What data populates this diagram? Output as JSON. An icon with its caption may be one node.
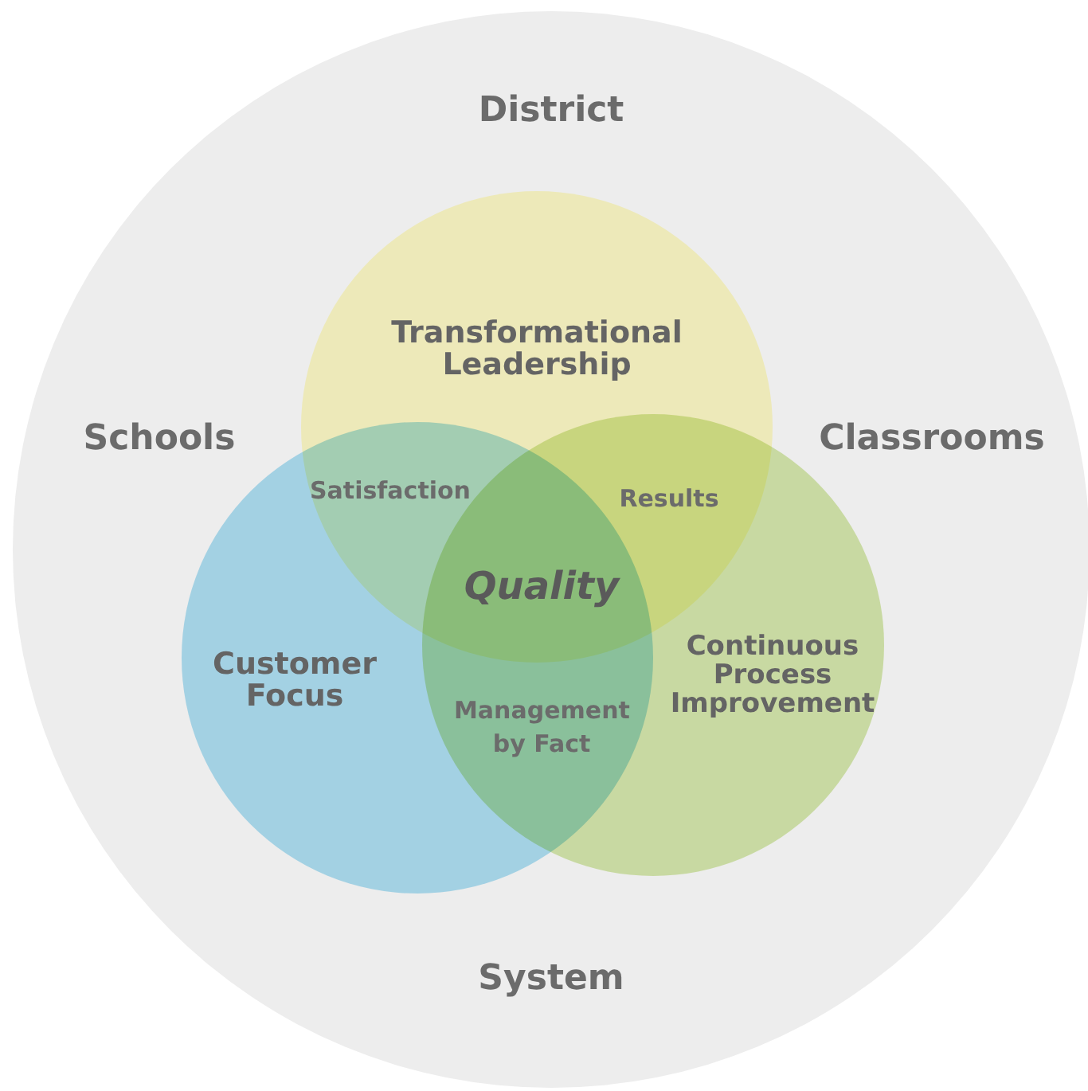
{
  "diagram": {
    "nodes": [
      {
        "text": [
          "District",
          "Schools",
          "Classrooms",
          "System"
        ]
      },
      {
        "text": [
          "Transformational Leadership"
        ],
        "in": 0
      },
      {
        "text": [
          "Customer Focus"
        ],
        "in": 0
      },
      {
        "text": [
          "Continuous Process Improvement"
        ],
        "in": 0
      }
    ],
    "labels": [
      "Satisfaction",
      "Results",
      "Quality",
      "Management by Fact"
    ]
  }
}
